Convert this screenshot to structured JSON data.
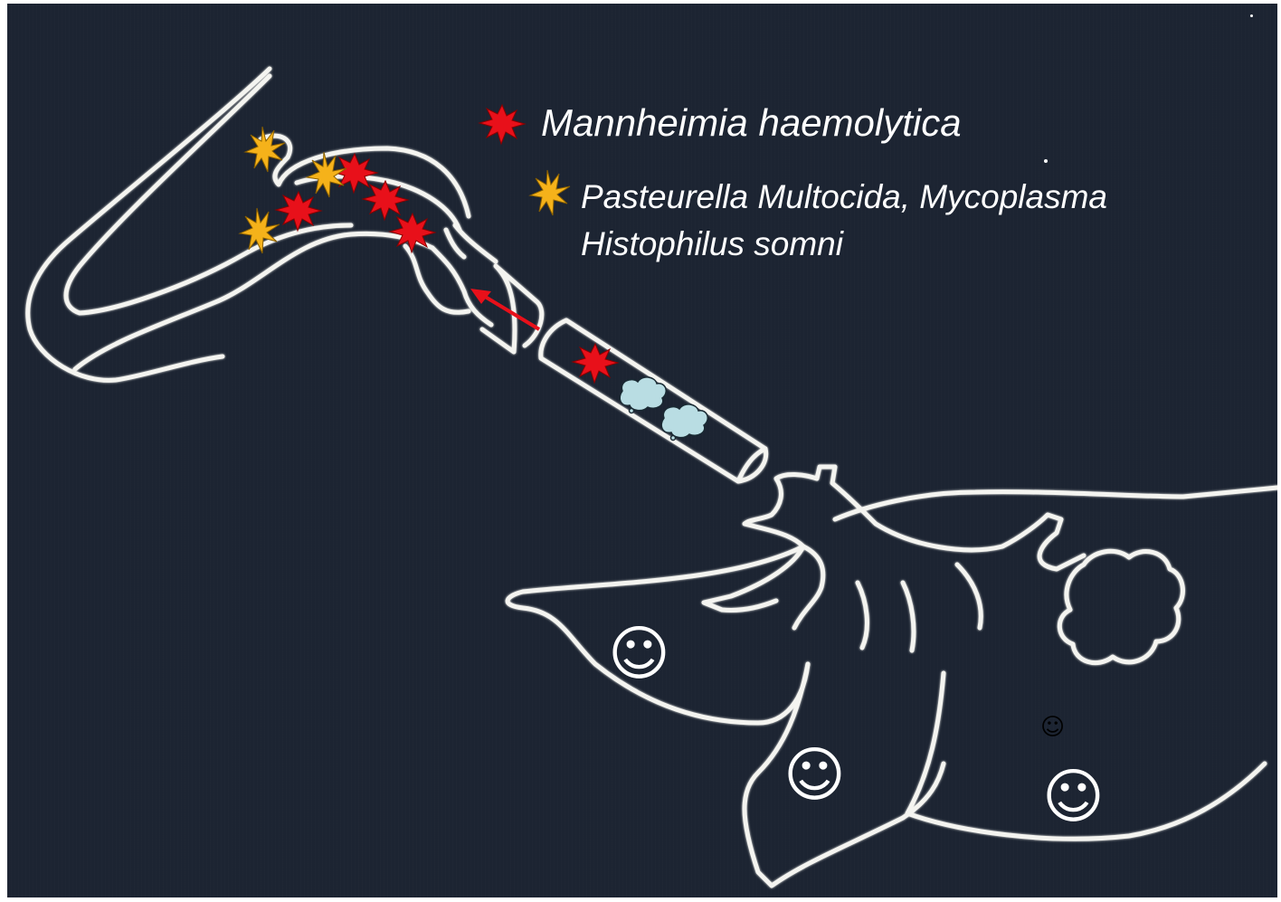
{
  "legend": {
    "mannheimia": "Mannheimia haemolytica",
    "pasteurella_line1": "Pasteurella Multocida, Mycoplasma",
    "pasteurella_line2": "Histophilus somni"
  },
  "markers": {
    "mannheimia_color": "#e8101a",
    "pasteurella_color": "#f5b21a",
    "arrow_color": "#e8101a",
    "cloud_color": "#b9dde3",
    "outline_color": "#f4f4f0",
    "background_color": "#1c2432"
  },
  "icons": {
    "smiley": "☺"
  }
}
